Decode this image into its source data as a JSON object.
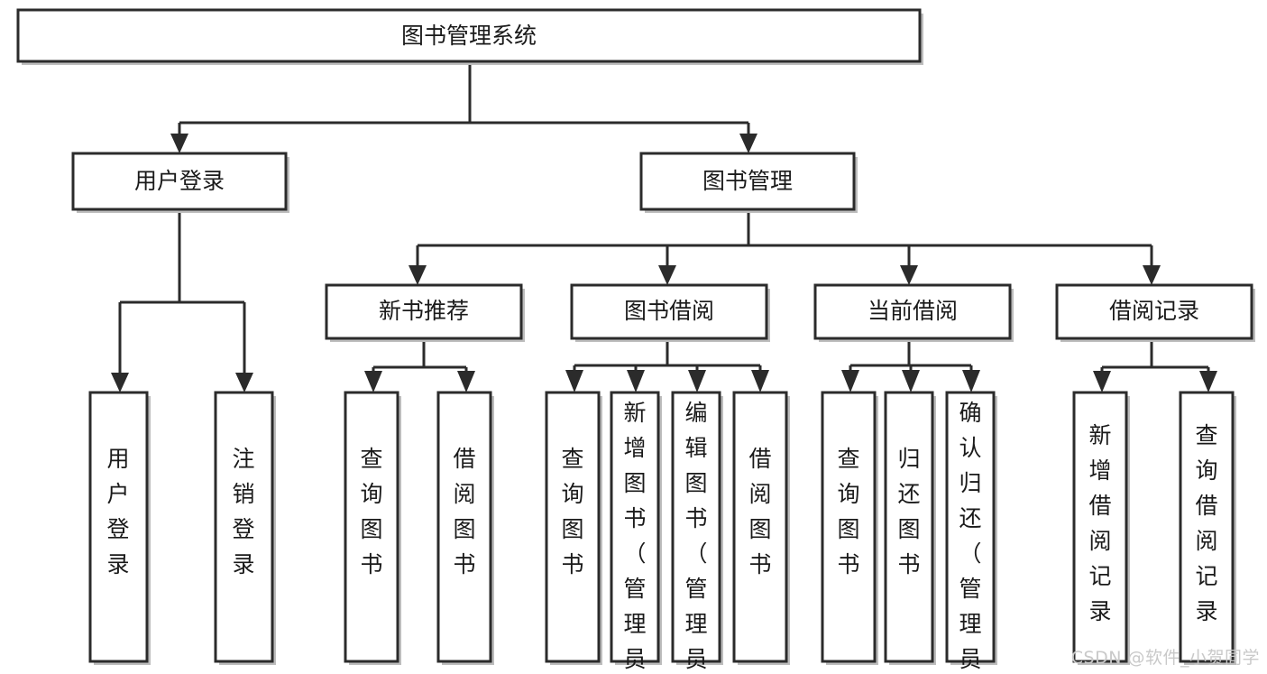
{
  "diagram": {
    "type": "tree",
    "title": "图书管理系统",
    "orientation": "top-down",
    "background_color": "#ffffff",
    "box_stroke_color": "#2b2b2b",
    "connector_color": "#2b2b2b",
    "text_color": "#1a1a1a",
    "root": {
      "id": "root",
      "label": "图书管理系统",
      "orientation": "horizontal"
    },
    "level2": [
      {
        "id": "user-login",
        "label": "用户登录",
        "orientation": "horizontal"
      },
      {
        "id": "book-management",
        "label": "图书管理",
        "orientation": "horizontal"
      }
    ],
    "level3": [
      {
        "id": "new-book-recommend",
        "label": "新书推荐",
        "parent": "book-management",
        "orientation": "horizontal"
      },
      {
        "id": "book-borrow",
        "label": "图书借阅",
        "parent": "book-management",
        "orientation": "horizontal"
      },
      {
        "id": "current-borrow",
        "label": "当前借阅",
        "parent": "book-management",
        "orientation": "horizontal"
      },
      {
        "id": "borrow-record",
        "label": "借阅记录",
        "parent": "book-management",
        "orientation": "horizontal"
      }
    ],
    "leaves": [
      {
        "id": "leaf-user-login",
        "label": "用户登录",
        "parent": "user-login",
        "orientation": "vertical"
      },
      {
        "id": "leaf-logout",
        "label": "注销登录",
        "parent": "user-login",
        "orientation": "vertical"
      },
      {
        "id": "leaf-query-book-1",
        "label": "查询图书",
        "parent": "new-book-recommend",
        "orientation": "vertical"
      },
      {
        "id": "leaf-borrow-book-1",
        "label": "借阅图书",
        "parent": "new-book-recommend",
        "orientation": "vertical"
      },
      {
        "id": "leaf-query-book-2",
        "label": "查询图书",
        "parent": "book-borrow",
        "orientation": "vertical"
      },
      {
        "id": "leaf-add-book",
        "label": "新增图书（管理员）",
        "parent": "book-borrow",
        "orientation": "vertical"
      },
      {
        "id": "leaf-edit-book",
        "label": "编辑图书（管理员）",
        "parent": "book-borrow",
        "orientation": "vertical"
      },
      {
        "id": "leaf-borrow-book-2",
        "label": "借阅图书",
        "parent": "book-borrow",
        "orientation": "vertical"
      },
      {
        "id": "leaf-query-book-3",
        "label": "查询图书",
        "parent": "current-borrow",
        "orientation": "vertical"
      },
      {
        "id": "leaf-return-book",
        "label": "归还图书",
        "parent": "current-borrow",
        "orientation": "vertical"
      },
      {
        "id": "leaf-confirm-return",
        "label": "确认归还（管理员）",
        "parent": "current-borrow",
        "orientation": "vertical"
      },
      {
        "id": "leaf-add-record",
        "label": "新增借阅记录",
        "parent": "borrow-record",
        "orientation": "vertical"
      },
      {
        "id": "leaf-query-record",
        "label": "查询借阅记录",
        "parent": "borrow-record",
        "orientation": "vertical"
      }
    ]
  },
  "watermark": {
    "text": "CSDN @软件_小贺同学"
  }
}
